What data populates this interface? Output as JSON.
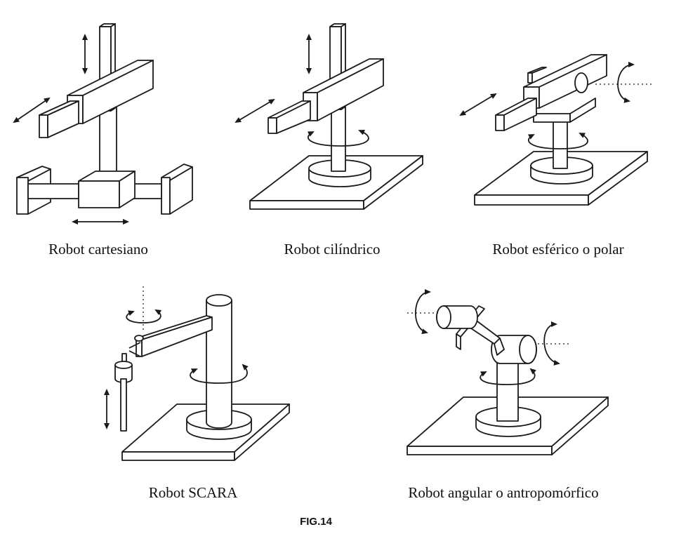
{
  "captions": {
    "cartesian": "Robot cartesiano",
    "cylindrical": "Robot  cilíndrico",
    "spherical": "Robot esférico o polar",
    "scara": "Robot  SCARA",
    "angular": "Robot angular o antropomórfico"
  },
  "figure_label": "FIG.14",
  "colors": {
    "line": "#1a1a1a",
    "fill": "#ffffff",
    "background": "#ffffff"
  },
  "icons": [
    "double-arrow-icon",
    "rotation-arrow-icon"
  ]
}
